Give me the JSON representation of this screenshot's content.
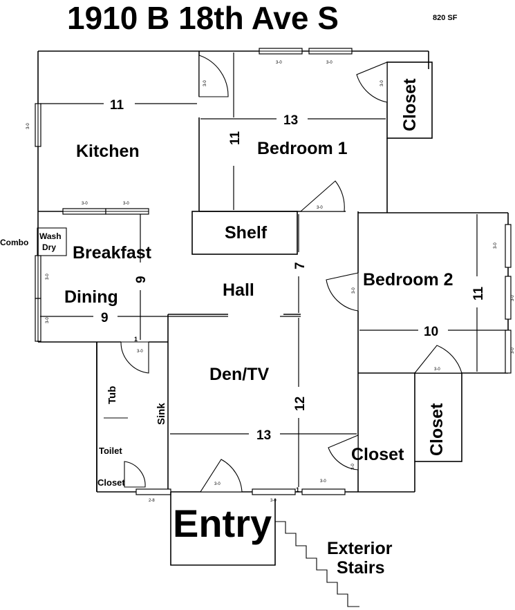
{
  "title": "1910 B 18th Ave S",
  "area": "820 SF",
  "rooms": {
    "kitchen": "Kitchen",
    "bedroom1": "Bedroom 1",
    "closet_bed1": "Closet",
    "shelf": "Shelf",
    "breakfast": "Breakfast",
    "dining": "Dining",
    "hall": "Hall",
    "bedroom2": "Bedroom 2",
    "closet_bed2": "Closet",
    "den": "Den/TV",
    "closet_den": "Closet",
    "tub": "Tub",
    "sink": "Sink",
    "toilet": "Toilet",
    "closet_bath": "Closet",
    "entry": "Entry",
    "exterior_stairs_1": "Exterior",
    "exterior_stairs_2": "Stairs",
    "combo": "Combo",
    "wash": "Wash",
    "dry": "Dry"
  },
  "dimensions": {
    "kitchen_width": "11",
    "bedroom1_width": "13",
    "bedroom1_depth": "11",
    "hall_depth": "7",
    "dining_depth": "9",
    "dining_width": "9",
    "bedroom2_depth": "11",
    "bedroom2_width": "10",
    "den_depth": "12",
    "den_width": "13"
  },
  "openings": {
    "label_30": "3-0",
    "label_28": "2-8",
    "label_1": "1"
  }
}
